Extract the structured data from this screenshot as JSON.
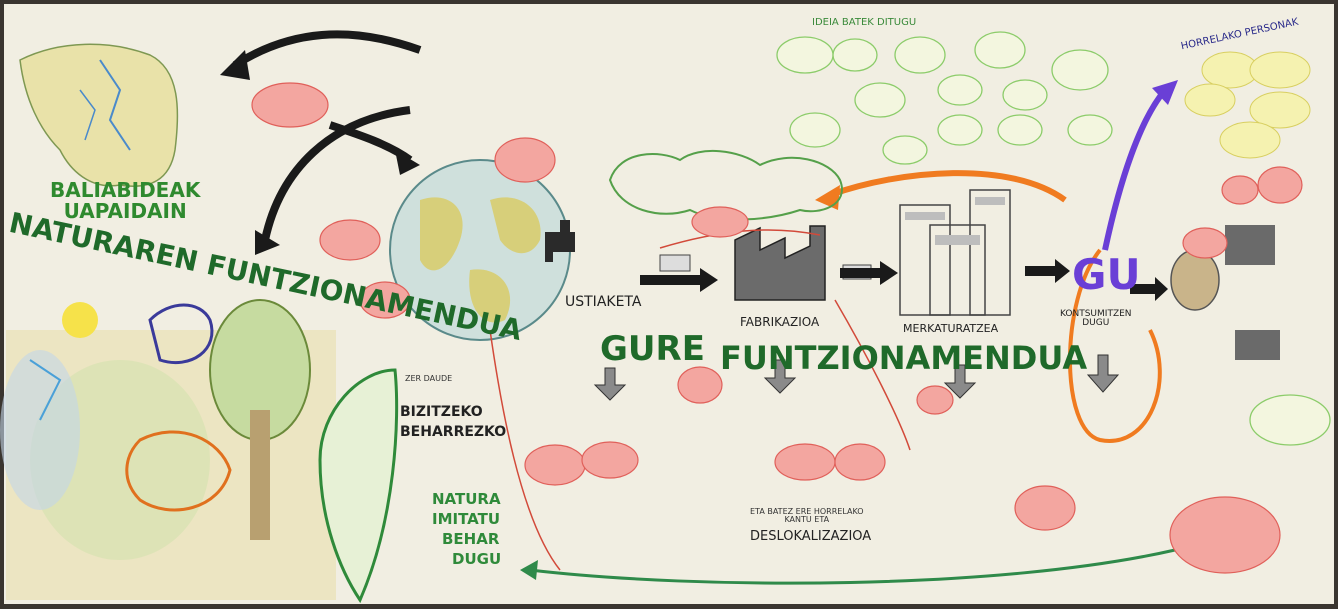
{
  "titles": {},
  "natura": {
    "baliabideak": "BALIABIDEAK\nUAPAIDAIN",
    "funtzionamendua": "NATURAREN FUNTZIONAMENDUA"
  },
  "gure": {
    "title1": "GURE",
    "title2": "FUNTZIONAMENDUA",
    "ustiaketa": "USTIAKETA",
    "fabrikazioa": "FABRIKAZIOA",
    "merkaturatzea": "MERKATURATZEA",
    "deslokalizazioa": "DESLOKALIZAZIOA",
    "eta": "ETA BATEZ ERE HORRELAKO\nKANTU ETA"
  },
  "gu": {
    "label": "GU",
    "kontsumitzen": "KONTSUMITZEN\nDUGU"
  },
  "center_leaf": {
    "line1": "ZER DAUDE",
    "line2": "BIZITZEKO",
    "line3": "BEHARREZKO",
    "line4": "NATURA",
    "line5": "IMITATU",
    "line6": "BEHAR",
    "line7": "DUGU"
  },
  "top_right": {
    "ideia": "IDEIA BATEK DITUGU",
    "horrelako": "HORRELAKO PERSONAK"
  },
  "colors": {
    "paper": "#f1eee2",
    "green_title": "#3f9a3a",
    "dark_green": "#1f6a2a",
    "red_cloud": "#f08a86",
    "orange_arrow": "#f07b20",
    "black": "#1a1a1a",
    "purple_arrow": "#6a3fd6"
  }
}
